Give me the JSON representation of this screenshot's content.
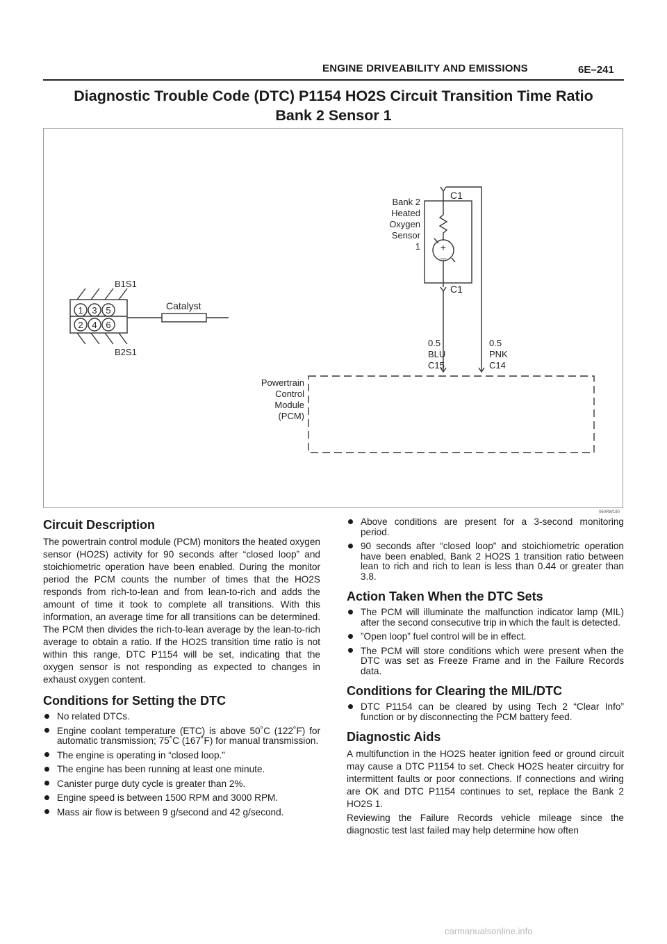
{
  "header": {
    "section": "ENGINE DRIVEABILITY AND EMISSIONS",
    "page": "6E–241"
  },
  "title": {
    "line1": "Diagnostic Trouble Code (DTC) P1154 HO2S Circuit Transition Time Ratio",
    "line2": "Bank 2 Sensor 1"
  },
  "diagram": {
    "engine_bank1": "B1S1",
    "engine_bank2": "B2S1",
    "cylinders": [
      "1",
      "3",
      "5",
      "2",
      "4",
      "6"
    ],
    "catalyst": "Catalyst",
    "sensor_label": [
      "Bank 2",
      "Heated",
      "Oxygen",
      "Sensor",
      "1"
    ],
    "connector_top": "C1",
    "connector_bottom": "C1",
    "wire_left": [
      "0.5",
      "BLU",
      "C15"
    ],
    "wire_right": [
      "0.5",
      "PNK",
      "C14"
    ],
    "pcm_label": [
      "Powertrain",
      "Control",
      "Module",
      "(PCM)"
    ],
    "plus": "+",
    "minus": "–",
    "figure_id": "060RW190"
  },
  "circuit_description": {
    "heading": "Circuit Description",
    "text": "The powertrain control module (PCM) monitors the heated oxygen sensor (HO2S) activity for 90 seconds after “closed loop” and stoichiometric operation have been enabled. During the monitor period the PCM counts the number of times that the HO2S responds from rich-to-lean and from lean-to-rich and adds the amount of time it took to complete all transitions. With this information, an average time for all transitions can be determined. The PCM then divides the rich-to-lean average by the lean-to-rich average to obtain a ratio. If the HO2S transition time ratio is not within this range, DTC P1154 will be set, indicating that the oxygen sensor is not responding as expected to changes in exhaust oxygen content."
  },
  "conditions_setting": {
    "heading": "Conditions for Setting the DTC",
    "items": [
      "No related DTCs.",
      "Engine coolant temperature (ETC) is above 50˚C (122˚F) for automatic transmission; 75˚C (167˚F) for manual transmission.",
      "The engine is operating in “closed loop.”",
      "The engine has been running at least one minute.",
      "Canister purge duty cycle is greater than 2%.",
      "Engine speed is between 1500 RPM and 3000 RPM.",
      "Mass air flow is between 9 g/second and 42 g/second."
    ]
  },
  "conditions_setting_cont": {
    "items": [
      "Above conditions are present for a 3-second monitoring period.",
      "90 seconds after “closed loop” and stoichiometric operation have been enabled, Bank 2 HO2S 1 transition ratio between lean to rich and rich to lean is less than 0.44 or greater than 3.8."
    ]
  },
  "action_taken": {
    "heading": "Action Taken When the DTC Sets",
    "items": [
      "The PCM will illuminate the malfunction indicator lamp (MIL) after the second consecutive trip in which the fault is detected.",
      "”Open loop” fuel control will be in effect.",
      "The PCM will store conditions which were present when the DTC was set as Freeze Frame and in the Failure Records data."
    ]
  },
  "clearing": {
    "heading": "Conditions for Clearing the MIL/DTC",
    "items": [
      "DTC P1154 can be cleared by using Tech 2 “Clear Info” function or by disconnecting the PCM battery feed."
    ]
  },
  "diagnostic_aids": {
    "heading": "Diagnostic Aids",
    "p1": "A multifunction in the HO2S heater ignition feed or ground circuit may cause a DTC P1154 to set. Check HO2S heater circuitry for intermittent faults or poor connections. If connections and wiring are OK and DTC P1154 continues to set, replace the Bank 2 HO2S 1.",
    "p2": "Reviewing the Failure Records vehicle mileage since the diagnostic test last failed may help determine how often"
  },
  "watermark": "carmanualsonline.info"
}
